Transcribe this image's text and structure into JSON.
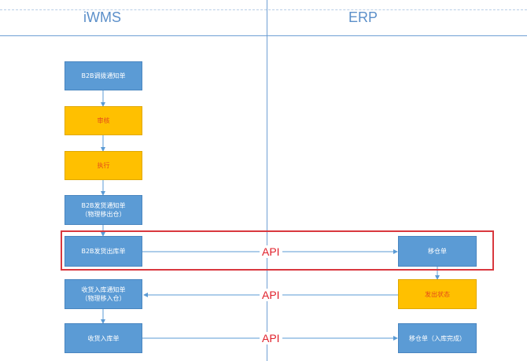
{
  "lanes": {
    "left": "iWMS",
    "right": "ERP"
  },
  "nodes": {
    "b2b_transfer_notice": "B2B调拨通知单",
    "review": "审核",
    "execute": "执行",
    "b2b_shipping_notice_line1": "B2B发货通知单",
    "b2b_shipping_notice_line2": "（物理移出仓）",
    "b2b_outbound_order": "B2B发货出库单",
    "transfer_order": "移仓单",
    "issue_status": "发出状态",
    "receiving_notice_line1": "收货入库通知单",
    "receiving_notice_line2": "（物理移入仓）",
    "receiving_inbound_order": "收货入库单",
    "transfer_order_done": "移仓单（入库完成）"
  },
  "connectors": {
    "api_1": "API",
    "api_2": "API",
    "api_3": "API"
  },
  "colors": {
    "process": "#5b9bd5",
    "decision": "#ffc000",
    "highlight": "#d9383e",
    "api_text": "#e0202a"
  }
}
